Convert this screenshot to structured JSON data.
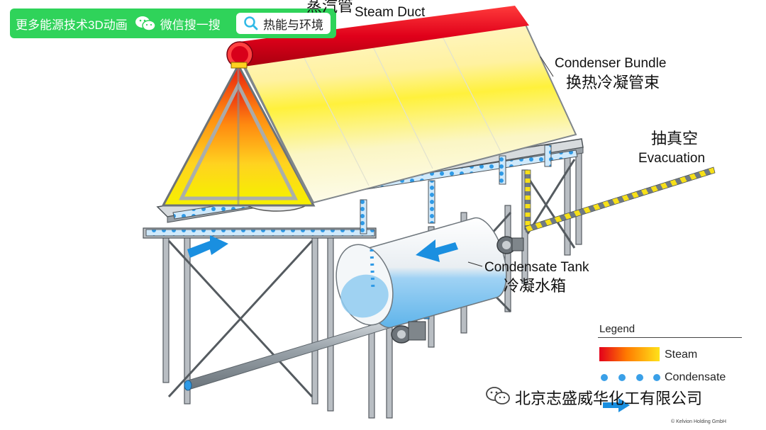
{
  "topbar": {
    "brand_text": "更多能源技术3D动画",
    "wechat_text": "微信搜一搜",
    "search_text": "热能与环境"
  },
  "labels": {
    "steam_duct_cn": "蒸汽管",
    "steam_duct_en": "Steam Duct",
    "condenser_en": "Condenser Bundle",
    "condenser_cn": "换热冷凝管束",
    "evacuation_cn": "抽真空",
    "evacuation_en": "Evacuation",
    "tank_en": "Condensate Tank",
    "tank_cn": "冷凝水箱"
  },
  "legend": {
    "title": "Legend",
    "items": [
      {
        "label": "Steam",
        "style": "gradient",
        "colors": [
          "#e3001b",
          "#ff7a00",
          "#ffe21a"
        ]
      },
      {
        "label": "Condensate",
        "style": "dots",
        "color": "#3aa0e8"
      }
    ]
  },
  "watermark": {
    "text": "北京志盛威华化工有限公司"
  },
  "credit": {
    "text": "© Kelvion Holding GmbH"
  },
  "colors": {
    "steam_red": "#e3001b",
    "steam_yellow": "#ffe21a",
    "condensate_blue": "#3aa0e8",
    "flow_blue": "#1a8fe0",
    "frame_grey": "#8e9399",
    "badge_green": "#2fd35a"
  }
}
